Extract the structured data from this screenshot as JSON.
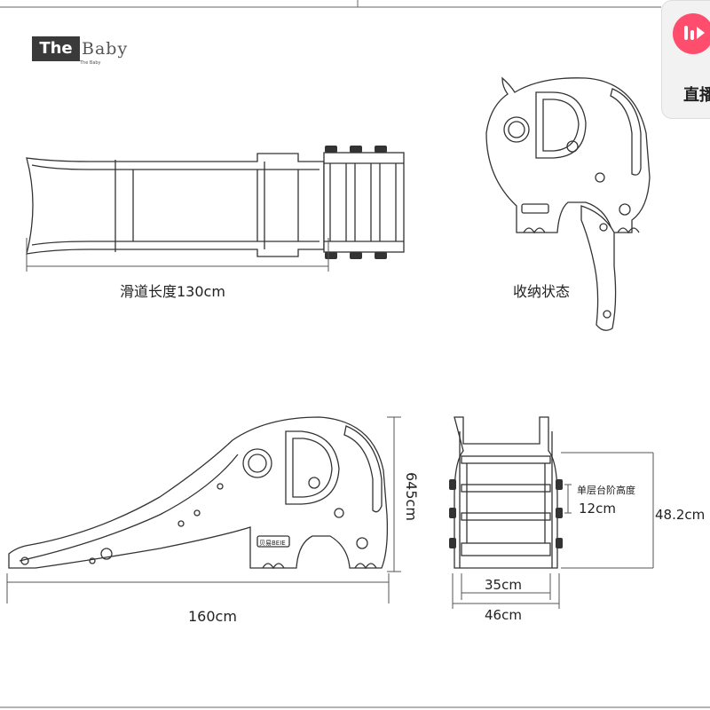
{
  "logo": {
    "dark_text": "The",
    "word_text": "Baby",
    "sub_text": "The Baby"
  },
  "app_card": {
    "label": "直播",
    "icon_name": "live-stream-icon",
    "icon_color": "#ff4d6d"
  },
  "top_view": {
    "label": "滑道长度130cm"
  },
  "folded_view": {
    "label": "收纳状态"
  },
  "side_view": {
    "width_label": "160cm",
    "height_label": "645cm",
    "brand_text": "贝易BEIE"
  },
  "front_view": {
    "step_label": "单层台阶高度",
    "step_value": "12cm",
    "height_label": "48.2cm",
    "inner_width_label": "35cm",
    "outer_width_label": "46cm"
  },
  "colors": {
    "line": "#333333",
    "accent": "#ff4d6d"
  }
}
